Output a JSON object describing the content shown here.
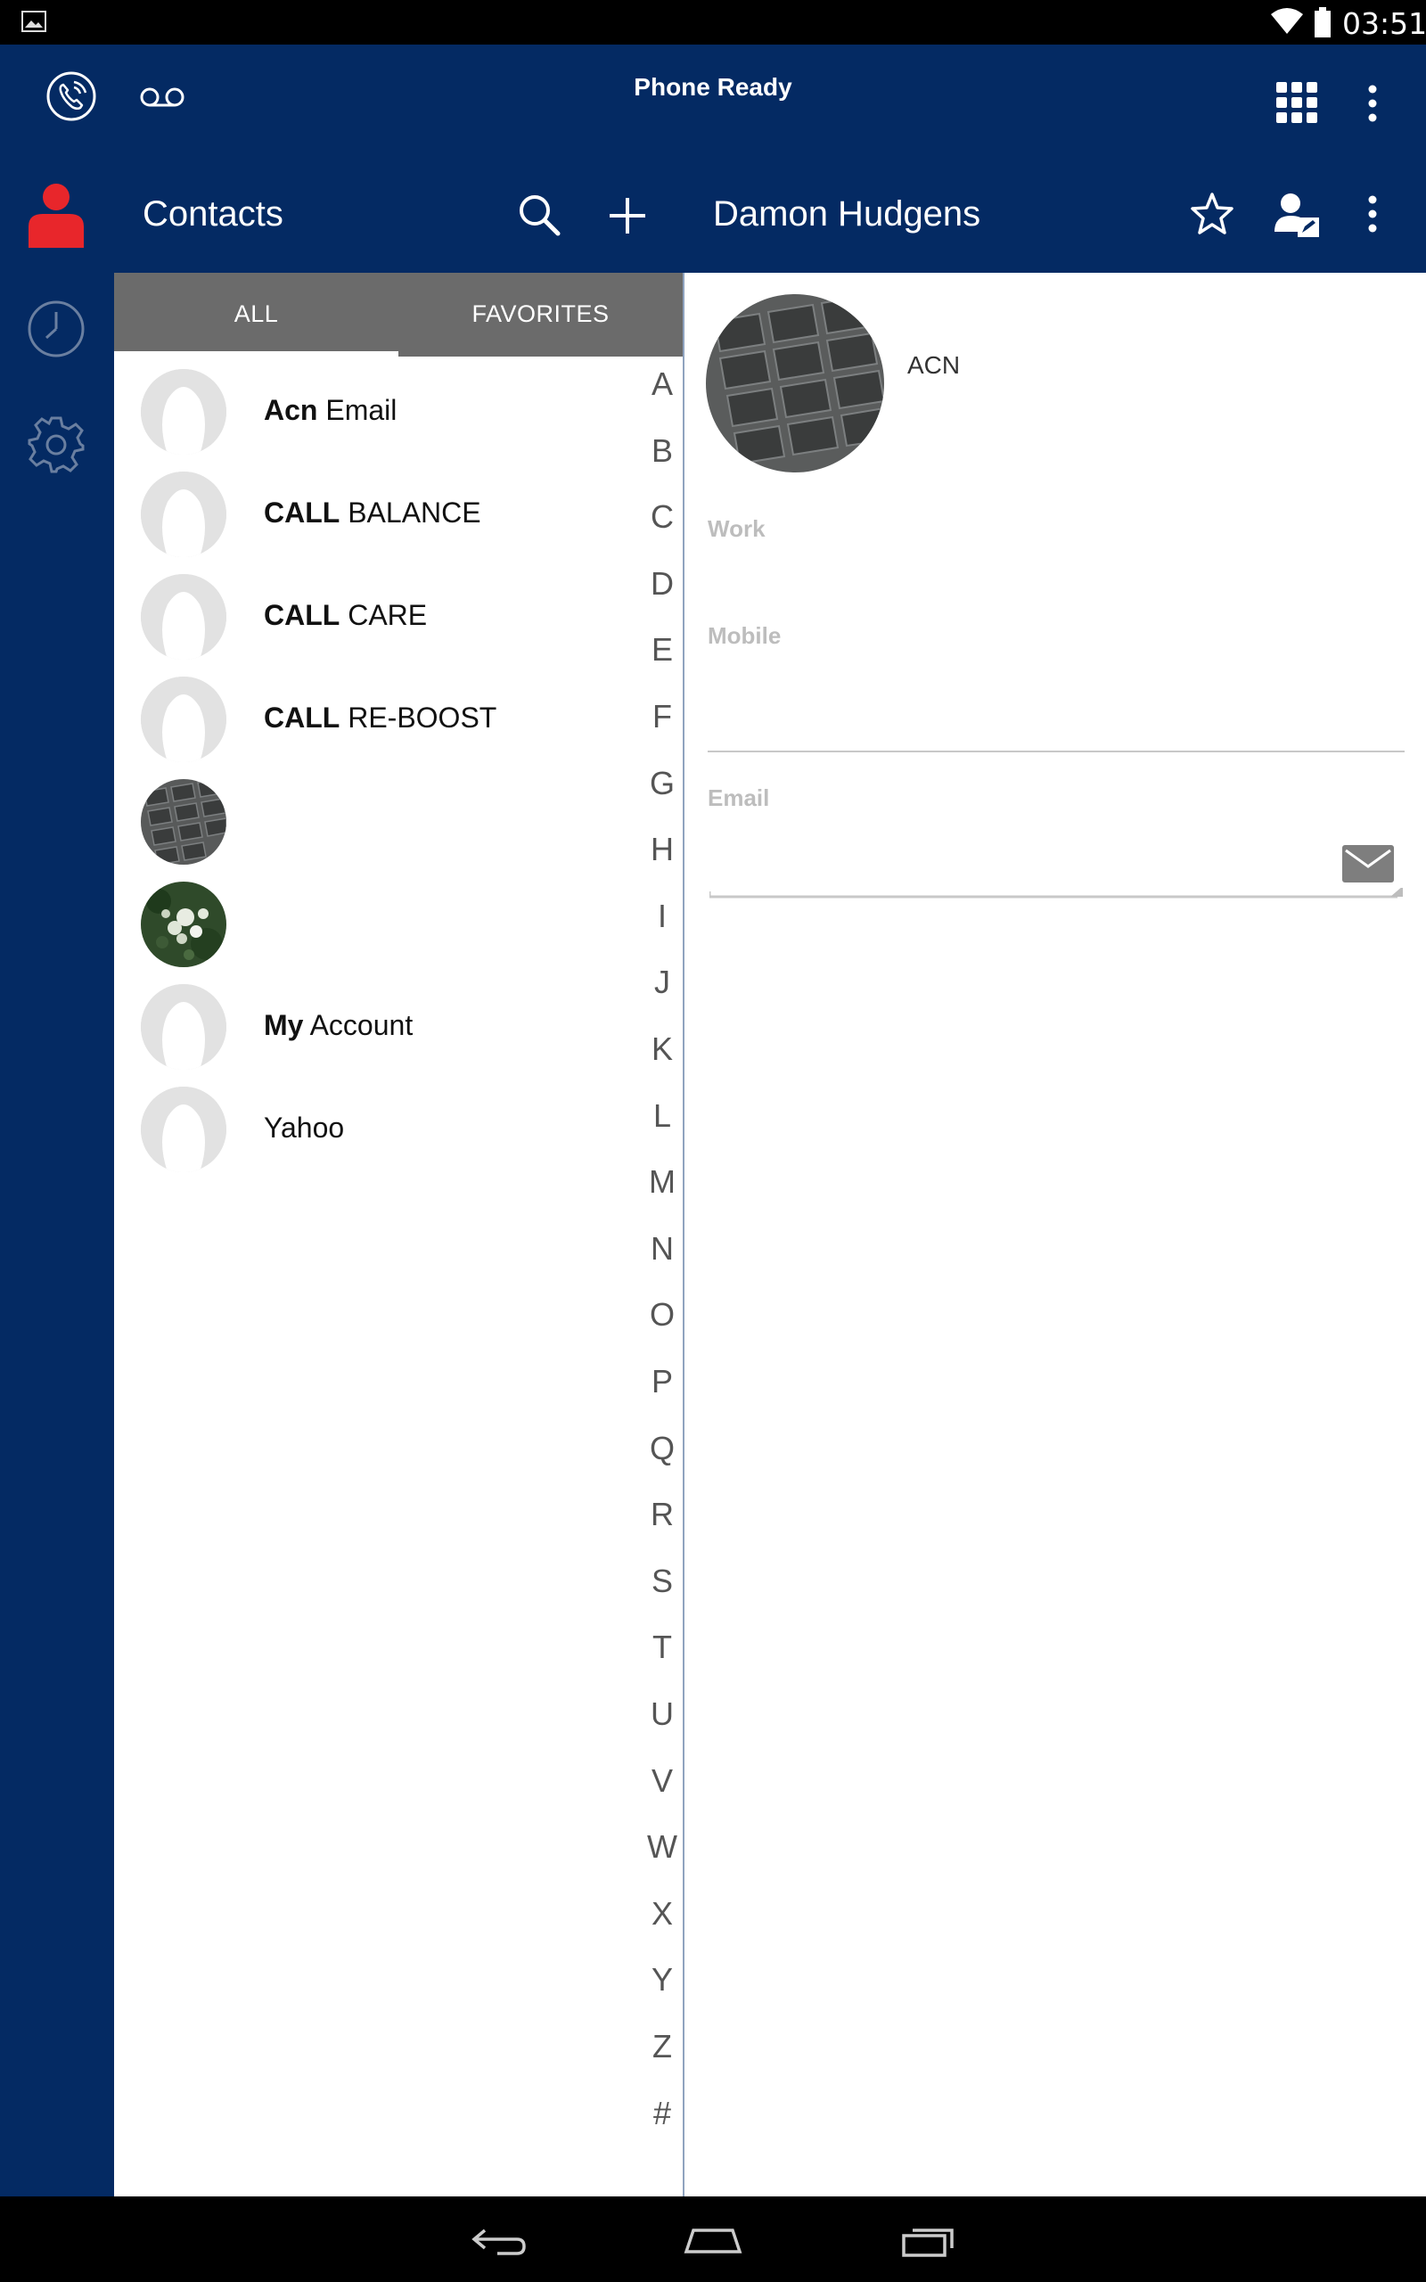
{
  "status_bar": {
    "time": "03:51",
    "notification_icon": "gallery-icon",
    "wifi_icon": "wifi-icon",
    "battery_icon": "battery-icon"
  },
  "top_bar": {
    "phone_status": "Phone Ready",
    "left_icons": [
      "phone-icon",
      "voicemail-icon"
    ],
    "right_icons": [
      "dialpad-icon",
      "overflow-menu-icon"
    ]
  },
  "contacts_header": {
    "title": "Contacts",
    "actions": [
      "search-icon",
      "add-icon"
    ]
  },
  "detail_header": {
    "title": "Damon Hudgens",
    "actions": [
      "star-icon",
      "edit-contact-icon",
      "overflow-menu-icon"
    ]
  },
  "rail": {
    "items": [
      {
        "icon": "contacts-icon",
        "active": true
      },
      {
        "icon": "history-icon",
        "active": false
      },
      {
        "icon": "settings-icon",
        "active": false
      }
    ]
  },
  "tabs": {
    "all": "ALL",
    "favorites": "FAVORITES"
  },
  "contacts": [
    {
      "bold": "Acn",
      "rest": " Email",
      "avatar": "placeholder"
    },
    {
      "bold": "CALL",
      "rest": " BALANCE",
      "avatar": "placeholder"
    },
    {
      "bold": "CALL",
      "rest": " CARE",
      "avatar": "placeholder"
    },
    {
      "bold": "CALL",
      "rest": " RE-BOOST",
      "avatar": "placeholder"
    },
    {
      "bold": "",
      "rest": "",
      "avatar": "keyboard-photo"
    },
    {
      "bold": "",
      "rest": "",
      "avatar": "flower-photo"
    },
    {
      "bold": "My",
      "rest": " Account",
      "avatar": "placeholder"
    },
    {
      "bold": "",
      "rest": "Yahoo",
      "avatar": "placeholder"
    }
  ],
  "alphabet": [
    "A",
    "B",
    "C",
    "D",
    "E",
    "F",
    "G",
    "H",
    "I",
    "J",
    "K",
    "L",
    "M",
    "N",
    "O",
    "P",
    "Q",
    "R",
    "S",
    "T",
    "U",
    "V",
    "W",
    "X",
    "Y",
    "Z",
    "#"
  ],
  "detail": {
    "company": "ACN",
    "fields": {
      "work": "Work",
      "mobile": "Mobile",
      "email": "Email"
    },
    "email_action_icon": "envelope-icon"
  },
  "navbar": [
    "back-icon",
    "home-icon",
    "recents-icon"
  ],
  "colors": {
    "primary": "#042a63",
    "accent": "#e8262b",
    "tab_bg": "#6b6b6b"
  }
}
